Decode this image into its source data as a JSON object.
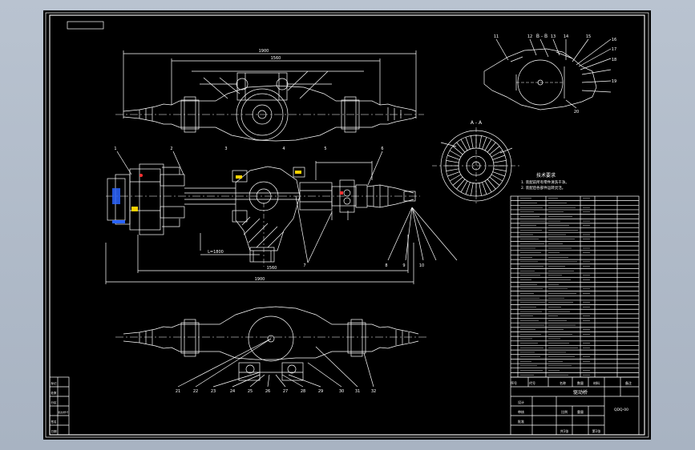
{
  "colors": {
    "desktop_bg": "#b0bbc9",
    "canvas_bg": "#000000",
    "line": "#ffffff",
    "accent_blue": "#2a64ff",
    "accent_yellow": "#ffd200",
    "accent_red": "#ff3030"
  },
  "drawing": {
    "top_view": {
      "overall_dim": "1900",
      "sub_dim": "1560"
    },
    "middle_view": {
      "overall_dim": "1900",
      "inner_dim": "1560",
      "note": "L=1800",
      "labels": [
        "1",
        "2",
        "3",
        "4",
        "5",
        "6",
        "7",
        "8",
        "9",
        "10"
      ]
    },
    "bottom_view": {
      "callouts": [
        "21",
        "22",
        "23",
        "24",
        "25",
        "26",
        "27",
        "28",
        "29",
        "30",
        "31",
        "32"
      ]
    },
    "section_bb": {
      "title": "B - B",
      "callouts": [
        "11",
        "12",
        "13",
        "14",
        "15",
        "16",
        "17",
        "18",
        "19",
        "20"
      ]
    },
    "section_aa": {
      "title": "A - A"
    },
    "tech_notes": {
      "title": "技术要求",
      "lines": [
        "1. 装配前所有零件清洗干净。",
        "2. 装配后各部件运转灵活。"
      ]
    },
    "parts_list": {
      "rows": 40,
      "footer_headers": [
        "序号",
        "代号",
        "名称",
        "数量",
        "材料",
        "备注"
      ]
    },
    "title_block": {
      "drawing_name": "驱动桥",
      "sheet_code": "QDQ-00",
      "labels": [
        "设计",
        "审核",
        "批准",
        "比例",
        "重量",
        "共1张",
        "第1张"
      ]
    },
    "revision_block": {
      "labels": [
        "标记",
        "处数",
        "分区",
        "更改文件号",
        "签名",
        "日期"
      ]
    }
  }
}
